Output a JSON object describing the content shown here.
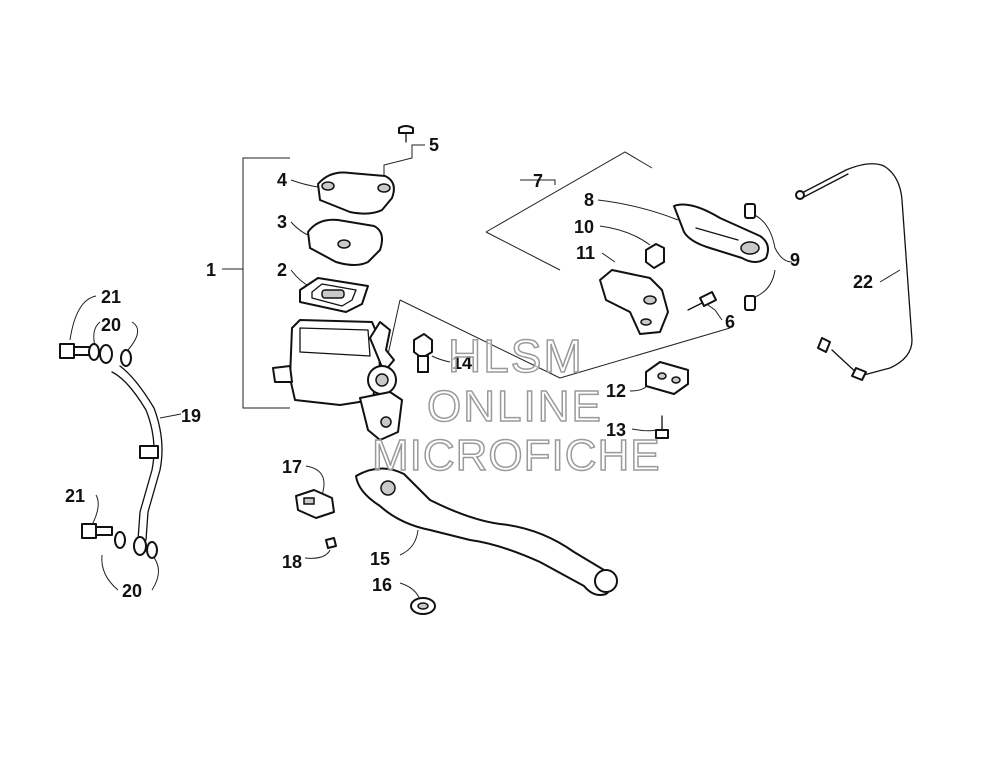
{
  "diagram": {
    "callouts": [
      "1",
      "2",
      "3",
      "4",
      "5",
      "6",
      "7",
      "8",
      "9",
      "10",
      "11",
      "12",
      "13",
      "14",
      "15",
      "16",
      "17",
      "18",
      "19",
      "20",
      "20",
      "21",
      "21",
      "22"
    ],
    "watermark": {
      "line1": "HLSM",
      "line2": "ONLINE",
      "line3": "MICROFICHE"
    }
  }
}
